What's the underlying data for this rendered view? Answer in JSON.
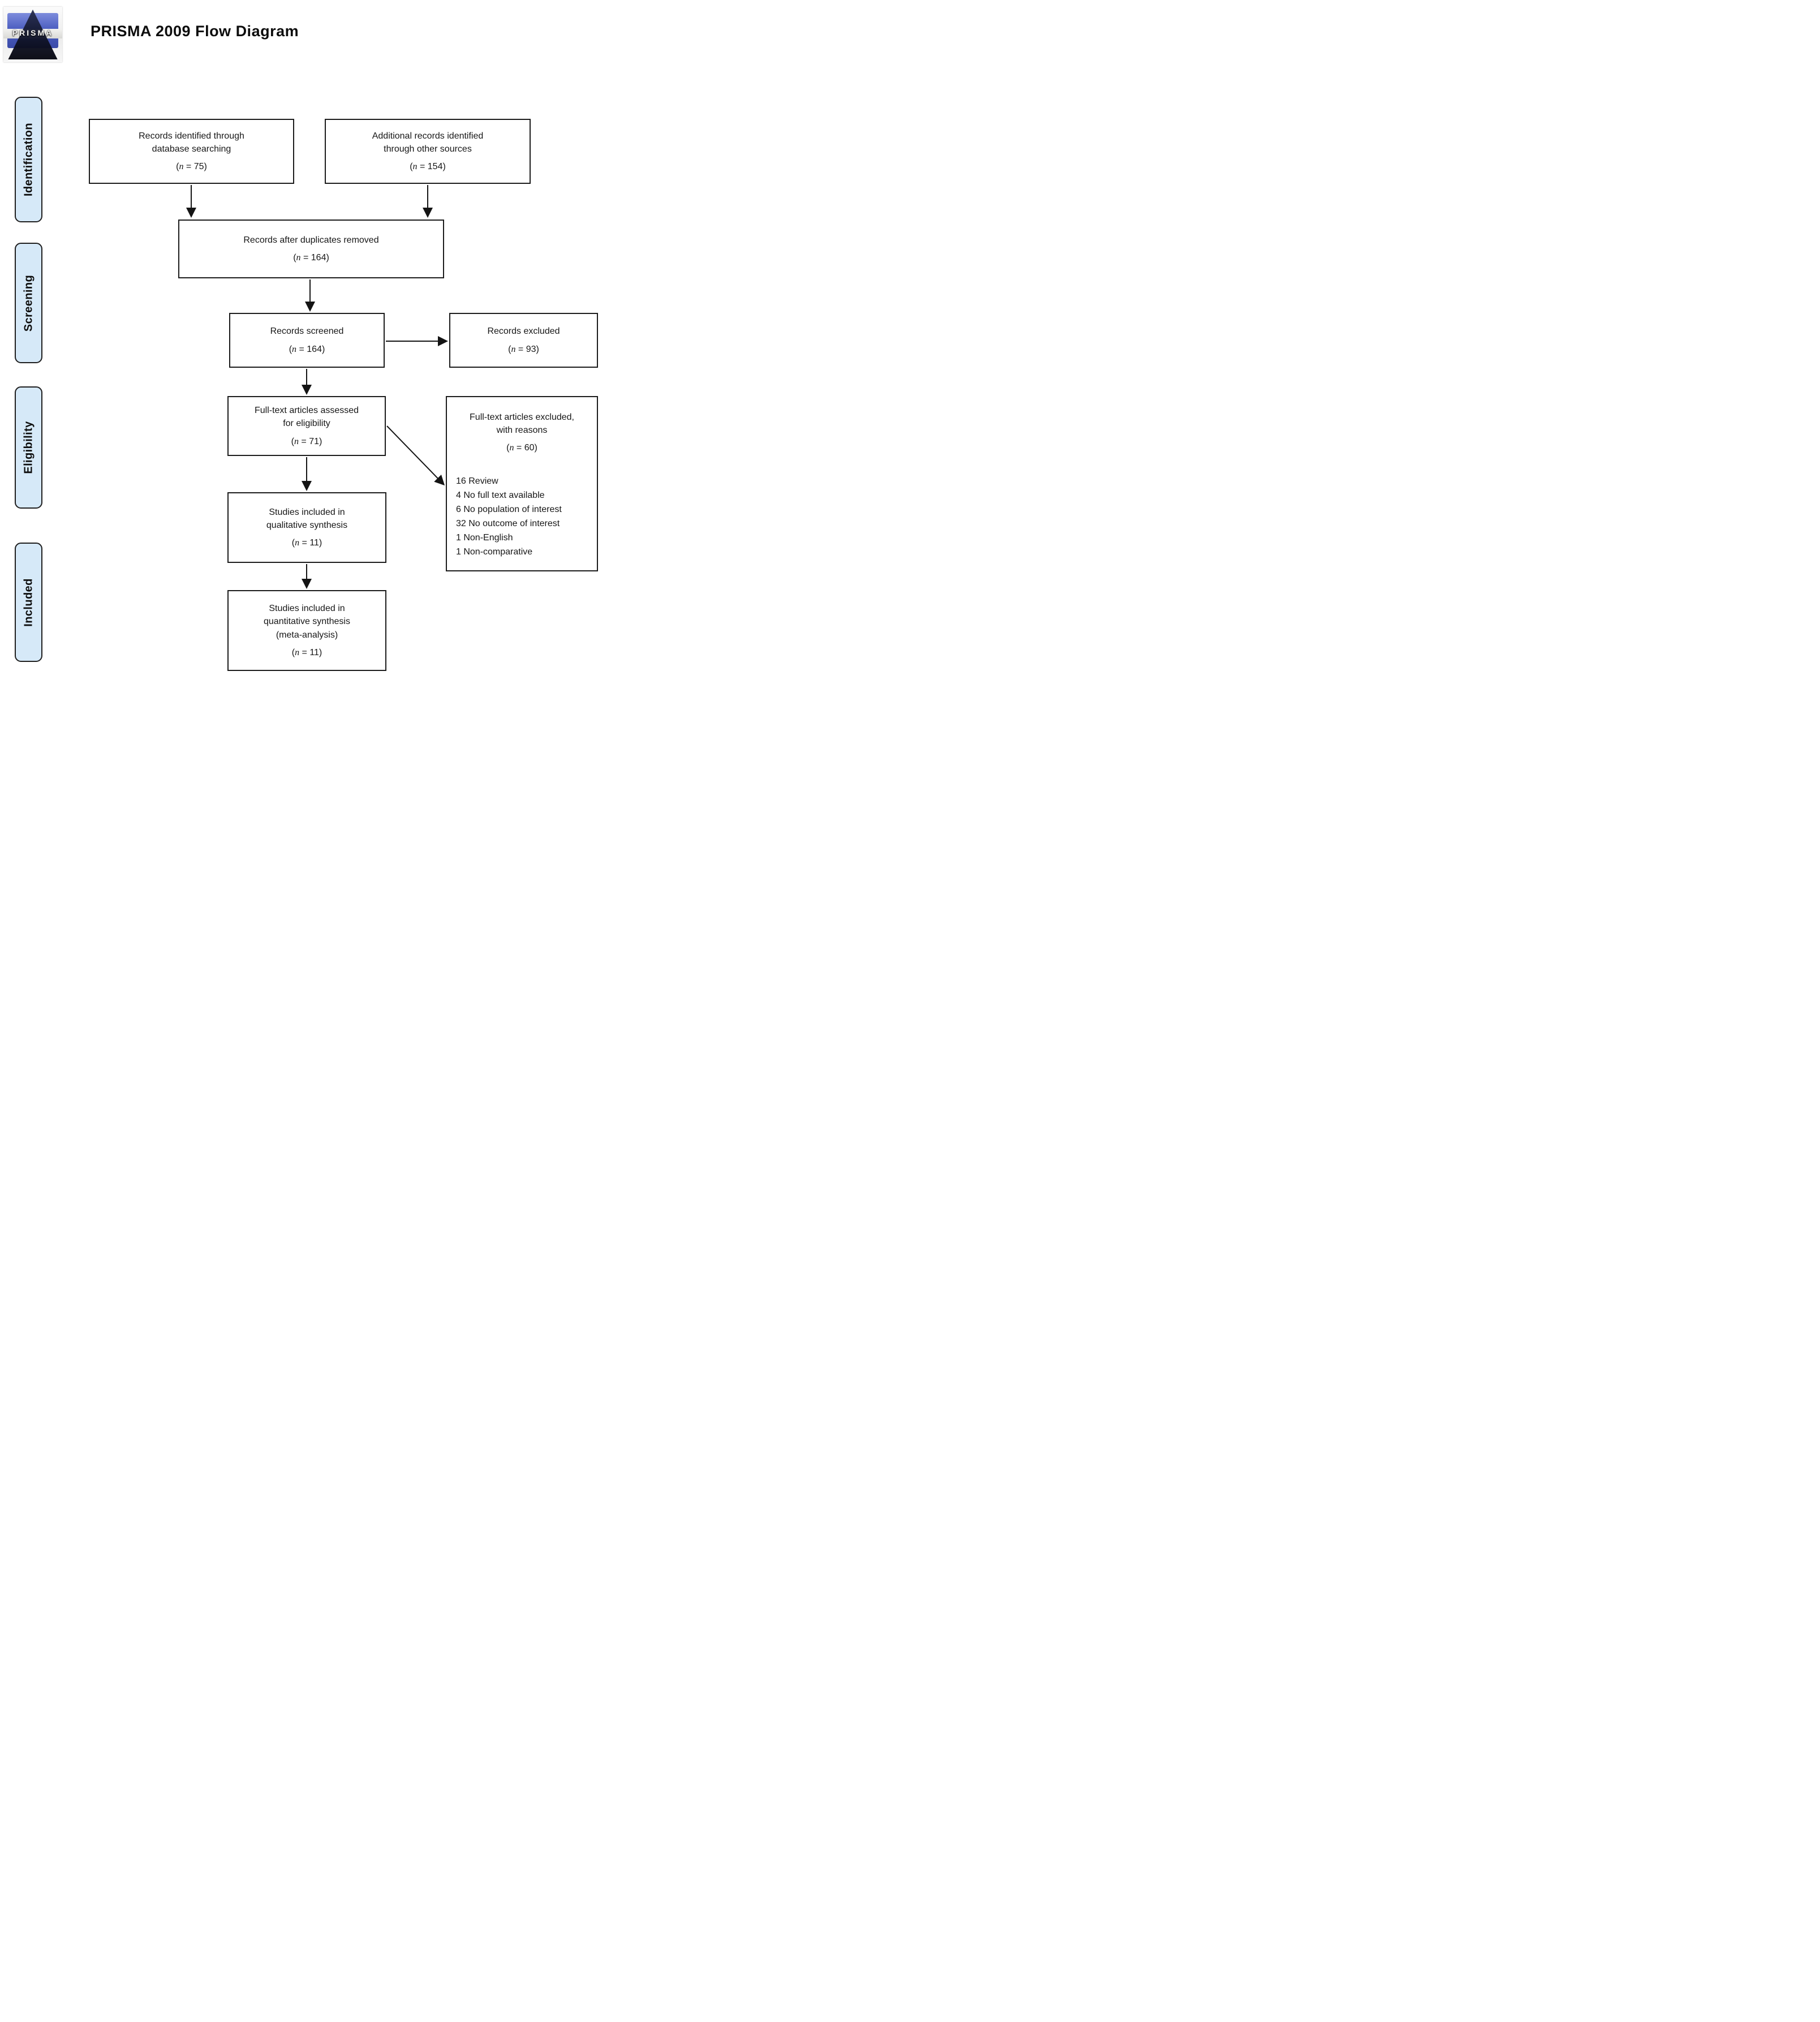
{
  "header": {
    "logo_text": "PRISMA",
    "title": "PRISMA 2009 Flow Diagram"
  },
  "stages": [
    {
      "label": "Identification"
    },
    {
      "label": "Screening"
    },
    {
      "label": "Eligibility"
    },
    {
      "label": "Included"
    }
  ],
  "boxes": {
    "identified": {
      "lines": [
        "Records identified through",
        "database searching"
      ],
      "n": "75"
    },
    "additional": {
      "lines": [
        "Additional records identified",
        "through other sources"
      ],
      "n": "154"
    },
    "deduplicated": {
      "lines": [
        "Records after duplicates removed"
      ],
      "n": "164"
    },
    "screened": {
      "lines": [
        "Records screened"
      ],
      "n": "164"
    },
    "excluded": {
      "lines": [
        "Records excluded"
      ],
      "n": "93"
    },
    "fulltext": {
      "lines": [
        "Full-text articles assessed",
        "for eligibility"
      ],
      "n": "71"
    },
    "fulltext_excluded": {
      "lines": [
        "Full-text articles excluded,",
        "with reasons"
      ],
      "n": "60",
      "reasons": [
        "16 Review",
        "4 No full text available",
        "6 No population of interest",
        "32 No outcome of interest",
        "1 Non-English",
        "1 Non-comparative"
      ]
    },
    "qualitative": {
      "lines": [
        "Studies included in",
        "qualitative synthesis"
      ],
      "n": "11"
    },
    "quantitative": {
      "lines": [
        "Studies included in",
        "quantitative synthesis",
        "(meta-analysis)"
      ],
      "n": "11"
    }
  },
  "colors": {
    "stage_fill": "#d6e9f8",
    "box_border": "#1c1c1c",
    "arrow": "#141414",
    "logo_blue": "#4d5fc1",
    "logo_dark": "#0b0e22"
  }
}
